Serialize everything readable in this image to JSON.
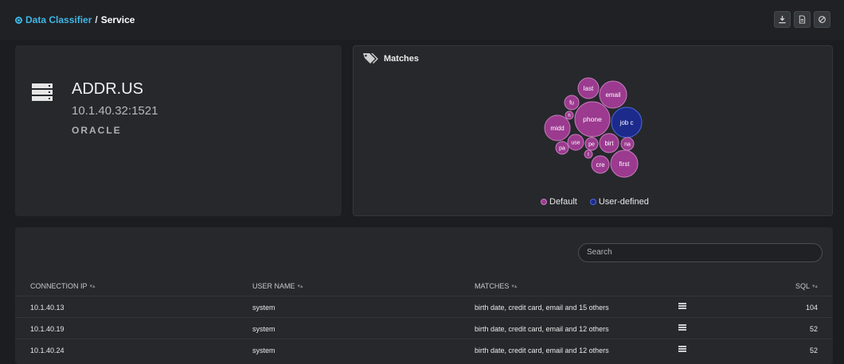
{
  "breadcrumb": {
    "root": "Data Classifier",
    "separator": "/",
    "current": "Service"
  },
  "toolbar": {
    "buttons": [
      {
        "name": "download-icon"
      },
      {
        "name": "document-icon"
      },
      {
        "name": "disable-icon"
      }
    ]
  },
  "service": {
    "icon": "server-icon",
    "name": "ADDR.US",
    "address": "10.1.40.32:1521",
    "vendor": "ORACLE"
  },
  "matches": {
    "title": "Matches",
    "icon": "tags-icon",
    "colors": {
      "default": "#9b3a8f",
      "user_defined": "#1c2a8c"
    },
    "bubbles": [
      {
        "label": "last",
        "type": "default"
      },
      {
        "label": "email",
        "type": "default"
      },
      {
        "label": "fu",
        "type": "default"
      },
      {
        "label": "h",
        "type": "default"
      },
      {
        "label": "phone",
        "type": "default"
      },
      {
        "label": "job c",
        "type": "user-defined"
      },
      {
        "label": "midd",
        "type": "default"
      },
      {
        "label": "use",
        "type": "default"
      },
      {
        "label": "pe",
        "type": "default"
      },
      {
        "label": "birt",
        "type": "default"
      },
      {
        "label": "na",
        "type": "default"
      },
      {
        "label": "pa",
        "type": "default"
      },
      {
        "label": "t",
        "type": "default"
      },
      {
        "label": "cre",
        "type": "default"
      },
      {
        "label": "first",
        "type": "default"
      }
    ],
    "legend": {
      "default": "Default",
      "user_defined": "User-defined"
    }
  },
  "table": {
    "search_placeholder": "Search",
    "columns": {
      "ip": "CONNECTION IP",
      "user": "USER NAME",
      "matches": "MATCHES",
      "sql": "SQL"
    },
    "rows": [
      {
        "ip": "10.1.40.13",
        "user": "system",
        "matches": "birth date, credit card, email and 15 others",
        "sql": "104"
      },
      {
        "ip": "10.1.40.19",
        "user": "system",
        "matches": "birth date, credit card, email and 12 others",
        "sql": "52"
      },
      {
        "ip": "10.1.40.24",
        "user": "system",
        "matches": "birth date, credit card, email and 12 others",
        "sql": "52"
      }
    ]
  }
}
